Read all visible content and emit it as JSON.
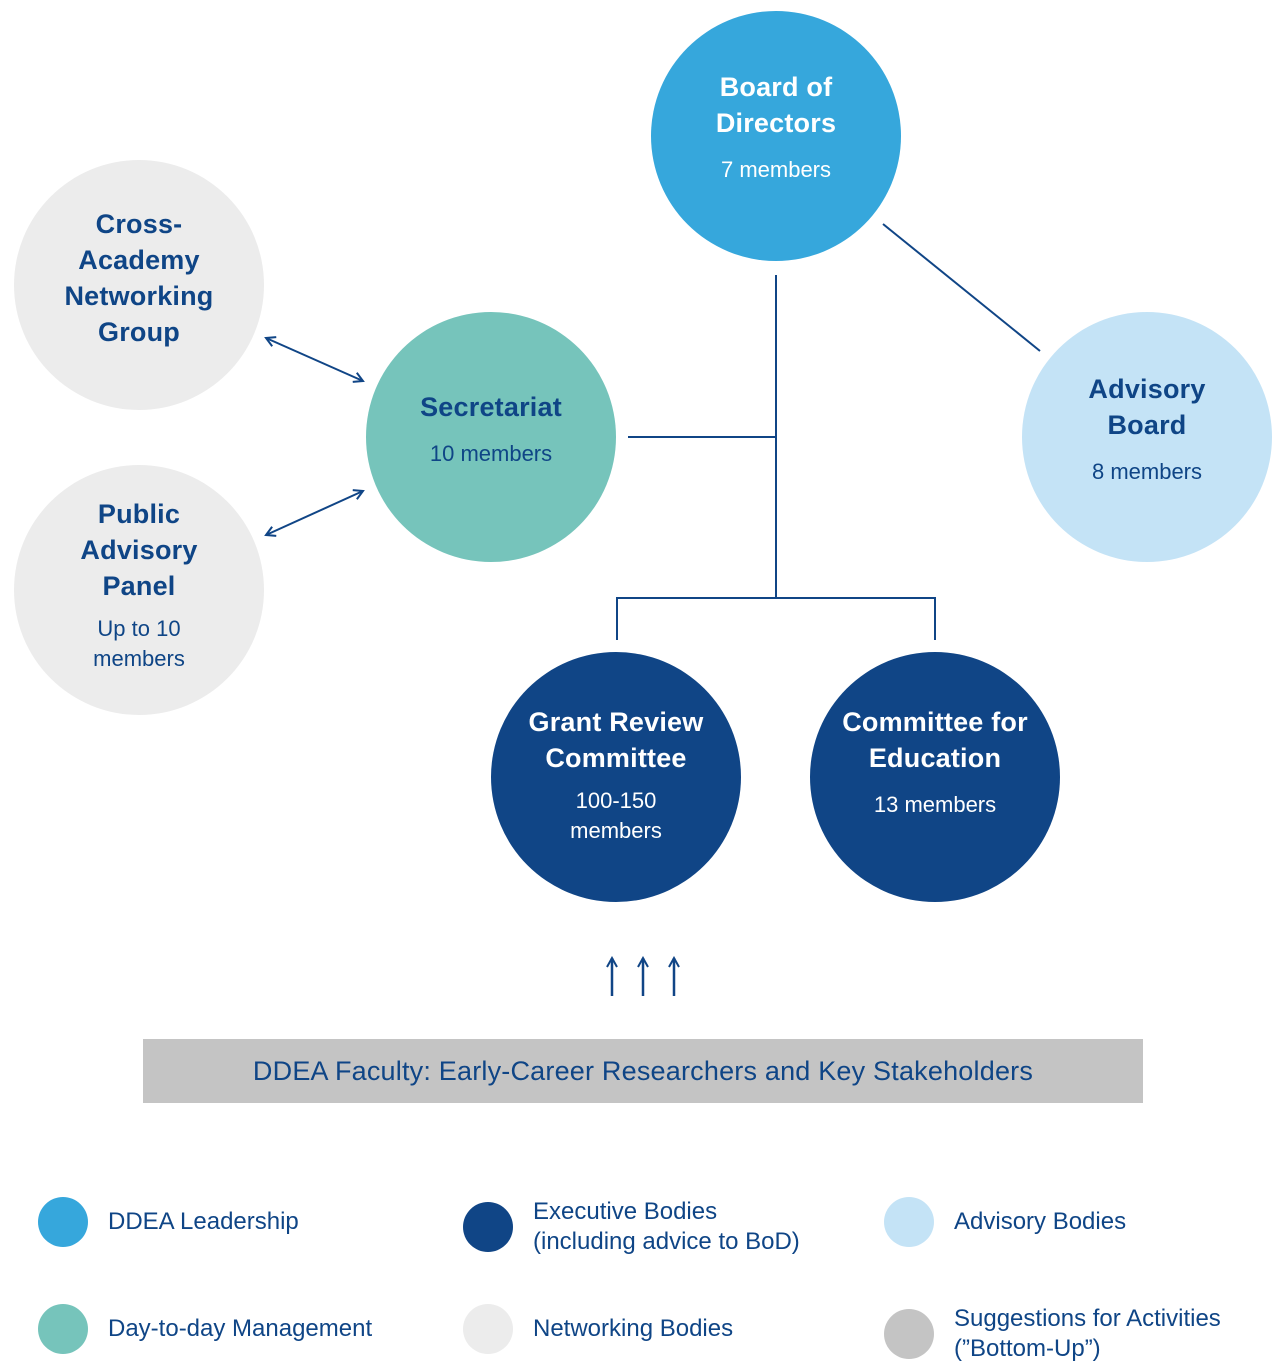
{
  "colors": {
    "leadership": "#36a7dc",
    "management": "#76c4bb",
    "executive": "#104586",
    "advisory": "#c4e3f6",
    "networking": "#ececec",
    "suggestions": "#c4c4c4",
    "text_dark": "#0f4586",
    "connector": "#104586"
  },
  "nodes": {
    "board": {
      "title": "Board of Directors",
      "subtitle": "7 members"
    },
    "cross_academy": {
      "title": "Cross-Academy Networking Group"
    },
    "secretariat": {
      "title": "Secretariat",
      "subtitle": "10 members"
    },
    "advisory_board": {
      "title": "Advisory Board",
      "subtitle": "8 members"
    },
    "public_panel": {
      "title": "Public Advisory Panel",
      "subtitle": "Up to 10 members"
    },
    "grant_review": {
      "title": "Grant Review Committee",
      "subtitle": "100-150 members"
    },
    "education": {
      "title": "Committee for Education",
      "subtitle": "13 members"
    }
  },
  "arrows_up": {
    "icon": "arrow-up-icon",
    "count": 3,
    "glyph": "↑"
  },
  "banner": {
    "text": "DDEA Faculty: Early-Career Researchers and Key Stakeholders"
  },
  "legend": [
    {
      "label": "DDEA Leadership",
      "color_key": "leadership"
    },
    {
      "label": "Executive Bodies\n(including advice to BoD)",
      "color_key": "executive"
    },
    {
      "label": "Advisory Bodies",
      "color_key": "advisory"
    },
    {
      "label": "Day-to-day Management",
      "color_key": "management"
    },
    {
      "label": "Networking Bodies",
      "color_key": "networking"
    },
    {
      "label": "Suggestions for Activities\n(”Bottom-Up”)",
      "color_key": "suggestions"
    }
  ]
}
